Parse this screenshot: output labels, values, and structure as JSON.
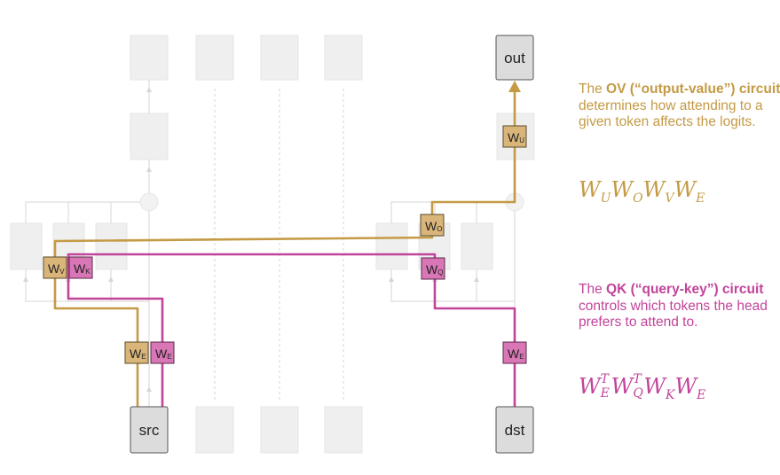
{
  "nodes": {
    "src": "src",
    "dst": "dst",
    "out": "out"
  },
  "weights": {
    "w_main": "W",
    "sub_E": "E",
    "sub_V": "V",
    "sub_K": "K",
    "sub_O": "O",
    "sub_Q": "Q",
    "sub_U": "U"
  },
  "ov": {
    "text_prefix": "The ",
    "bold": "OV (“output-value”) circuit",
    "text_suffix": " determines how attending to a given token affects the logits.",
    "formula": "W_U W_O W_V W_E"
  },
  "qk": {
    "text_prefix": "The ",
    "bold": "QK (“query-key”) circuit",
    "text_suffix": " controls which tokens the head prefers to attend to.",
    "formula": "W_E^T W_Q^T W_K W_E"
  },
  "colors": {
    "ov": "#c49a45",
    "ov_fill": "#d9b57a",
    "qk": "#c2449a",
    "qk_fill": "#d976b6",
    "ghost": "#eeeeee",
    "node_fill": "#dcdcdc",
    "node_stroke": "#555555"
  }
}
